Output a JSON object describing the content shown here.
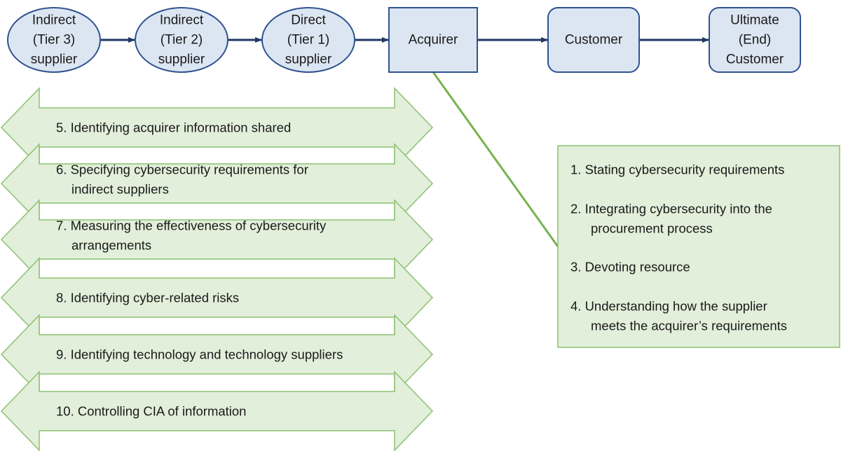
{
  "colors": {
    "node_fill": "#dce6f2",
    "node_stroke": "#2f528f",
    "flow_arrow": "#1f3864",
    "band_fill": "#e2efda",
    "band_stroke": "#8cc071",
    "connector": "#78b24f",
    "text": "#1a1a1a"
  },
  "supply_chain": {
    "nodes": [
      {
        "shape": "ellipse",
        "lines": [
          "Indirect",
          "(Tier 3)",
          "supplier"
        ]
      },
      {
        "shape": "ellipse",
        "lines": [
          "Indirect",
          "(Tier 2)",
          "supplier"
        ]
      },
      {
        "shape": "ellipse",
        "lines": [
          "Direct",
          "(Tier 1)",
          "supplier"
        ]
      },
      {
        "shape": "rect",
        "lines": [
          "Acquirer"
        ]
      },
      {
        "shape": "rounded-rect",
        "lines": [
          "Customer"
        ]
      },
      {
        "shape": "rounded-rect",
        "lines": [
          "Ultimate",
          "(End)",
          "Customer"
        ]
      }
    ]
  },
  "upstream_activities": [
    {
      "lines": [
        "5. Identifying acquirer information shared"
      ]
    },
    {
      "lines": [
        "6. Specifying cybersecurity requirements for",
        "indirect suppliers"
      ]
    },
    {
      "lines": [
        "7. Measuring the effectiveness of cybersecurity",
        "arrangements"
      ]
    },
    {
      "lines": [
        "8. Identifying cyber-related risks"
      ]
    },
    {
      "lines": [
        "9. Identifying technology and technology suppliers"
      ]
    },
    {
      "lines": [
        "10. Controlling CIA of information"
      ]
    }
  ],
  "acquirer_requirements": [
    {
      "lines": [
        "1.  Stating cybersecurity requirements"
      ]
    },
    {
      "lines": [
        "2.  Integrating cybersecurity into the",
        "procurement process"
      ]
    },
    {
      "lines": [
        "3.  Devoting resource"
      ]
    },
    {
      "lines": [
        "4.  Understanding how the supplier",
        "meets the acquirer’s requirements"
      ]
    }
  ]
}
